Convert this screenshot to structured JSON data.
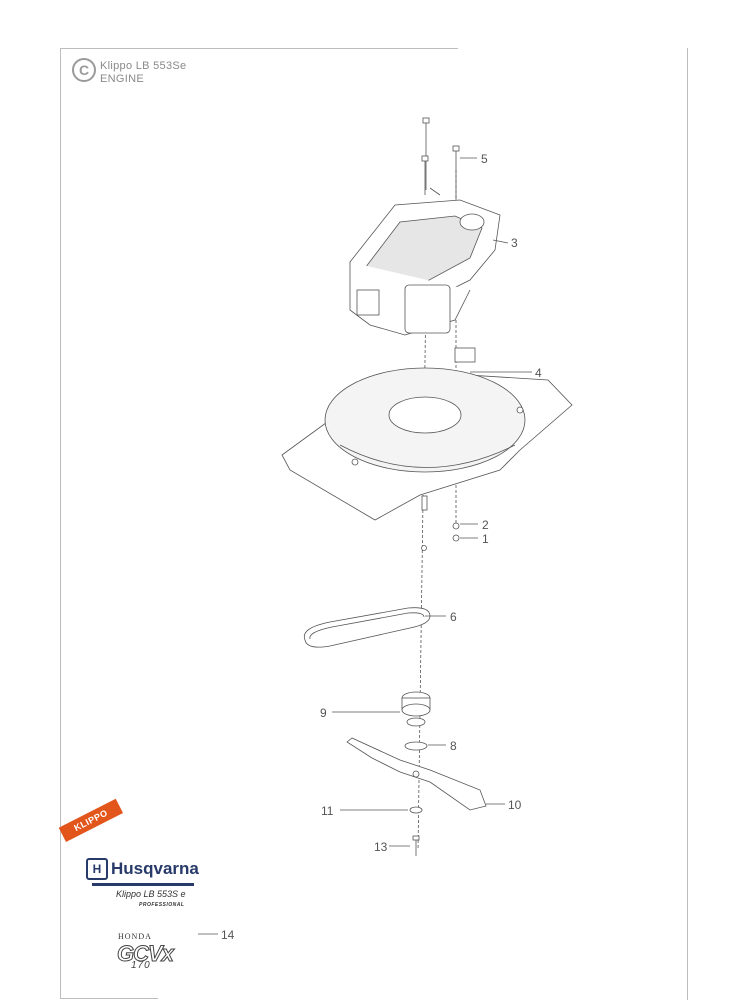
{
  "header": {
    "section_letter": "C",
    "model": "Klippo LB 553Se",
    "section_title": "ENGINE"
  },
  "callouts": [
    {
      "id": "c5",
      "label": "5"
    },
    {
      "id": "c3",
      "label": "3"
    },
    {
      "id": "c4",
      "label": "4"
    },
    {
      "id": "c2",
      "label": "2"
    },
    {
      "id": "c1",
      "label": "1"
    },
    {
      "id": "c6",
      "label": "6"
    },
    {
      "id": "c9",
      "label": "9"
    },
    {
      "id": "c8",
      "label": "8"
    },
    {
      "id": "c10",
      "label": "10"
    },
    {
      "id": "c11",
      "label": "11"
    },
    {
      "id": "c13",
      "label": "13"
    },
    {
      "id": "c14",
      "label": "14"
    }
  ],
  "branding": {
    "klippo_tag": "KLIPPO",
    "husqvarna_mark": "H",
    "husqvarna_name": "Husqvarna",
    "husqvarna_model": "Klippo LB 553S e",
    "husqvarna_line": "PROFESSIONAL",
    "honda_name": "HONDA",
    "engine_name": "GCVx",
    "engine_number": "170"
  },
  "colors": {
    "line": "#555555",
    "frame": "#bdbdbd",
    "klippo_orange": "#e2551b",
    "husqvarna_blue": "#273a6a"
  }
}
